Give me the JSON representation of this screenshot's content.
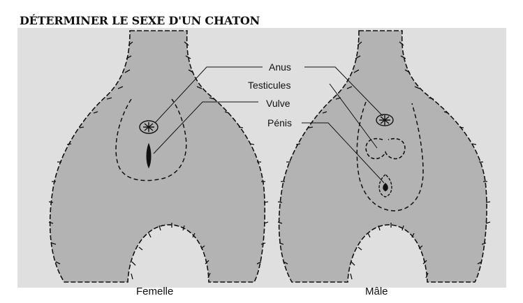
{
  "title": "DÉTERMINER LE SEXE D'UN CHATON",
  "labels": {
    "anus": "Anus",
    "testicules": "Testicules",
    "vulve": "Vulve",
    "penis": "Pénis"
  },
  "captions": {
    "female": "Femelle",
    "male": "Mâle"
  },
  "colors": {
    "panel": "#dfdfdf",
    "body": "#b3b3b3",
    "ink": "#111111"
  }
}
